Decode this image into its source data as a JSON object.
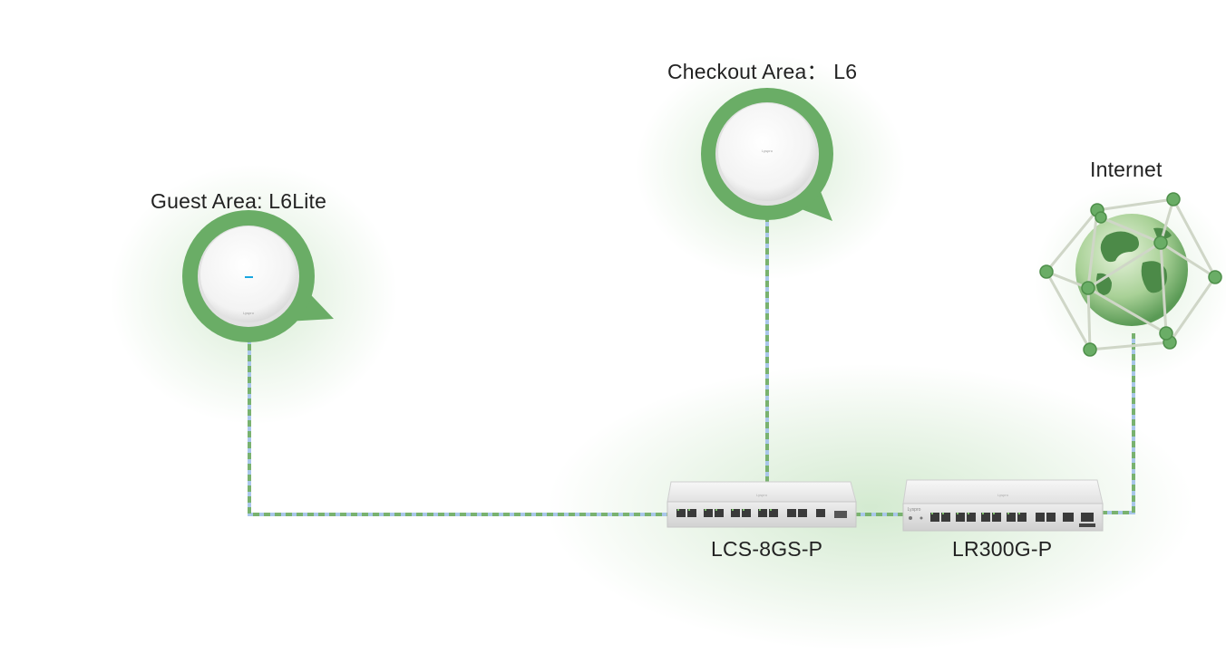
{
  "nodes": {
    "guest_ap": {
      "label": "Guest Area: L6Lite",
      "brand": "Lyspro"
    },
    "checkout_ap": {
      "label": "Checkout Area： L6",
      "brand": "Lyspro"
    },
    "internet": {
      "label": "Internet"
    },
    "switch": {
      "label": "LCS-8GS-P",
      "brand": "Lyspro"
    },
    "router": {
      "label": "LR300G-P",
      "brand": "Lyspro"
    }
  },
  "colors": {
    "accent_green": "#6aad66",
    "link_green": "#79b26f",
    "link_blue": "#a9c6ea",
    "ap_indicator": "#19a6e0"
  },
  "icons": {
    "access_point": "ceiling-access-point-icon",
    "internet": "globe-network-icon",
    "switch": "network-switch-icon",
    "router": "router-icon"
  }
}
